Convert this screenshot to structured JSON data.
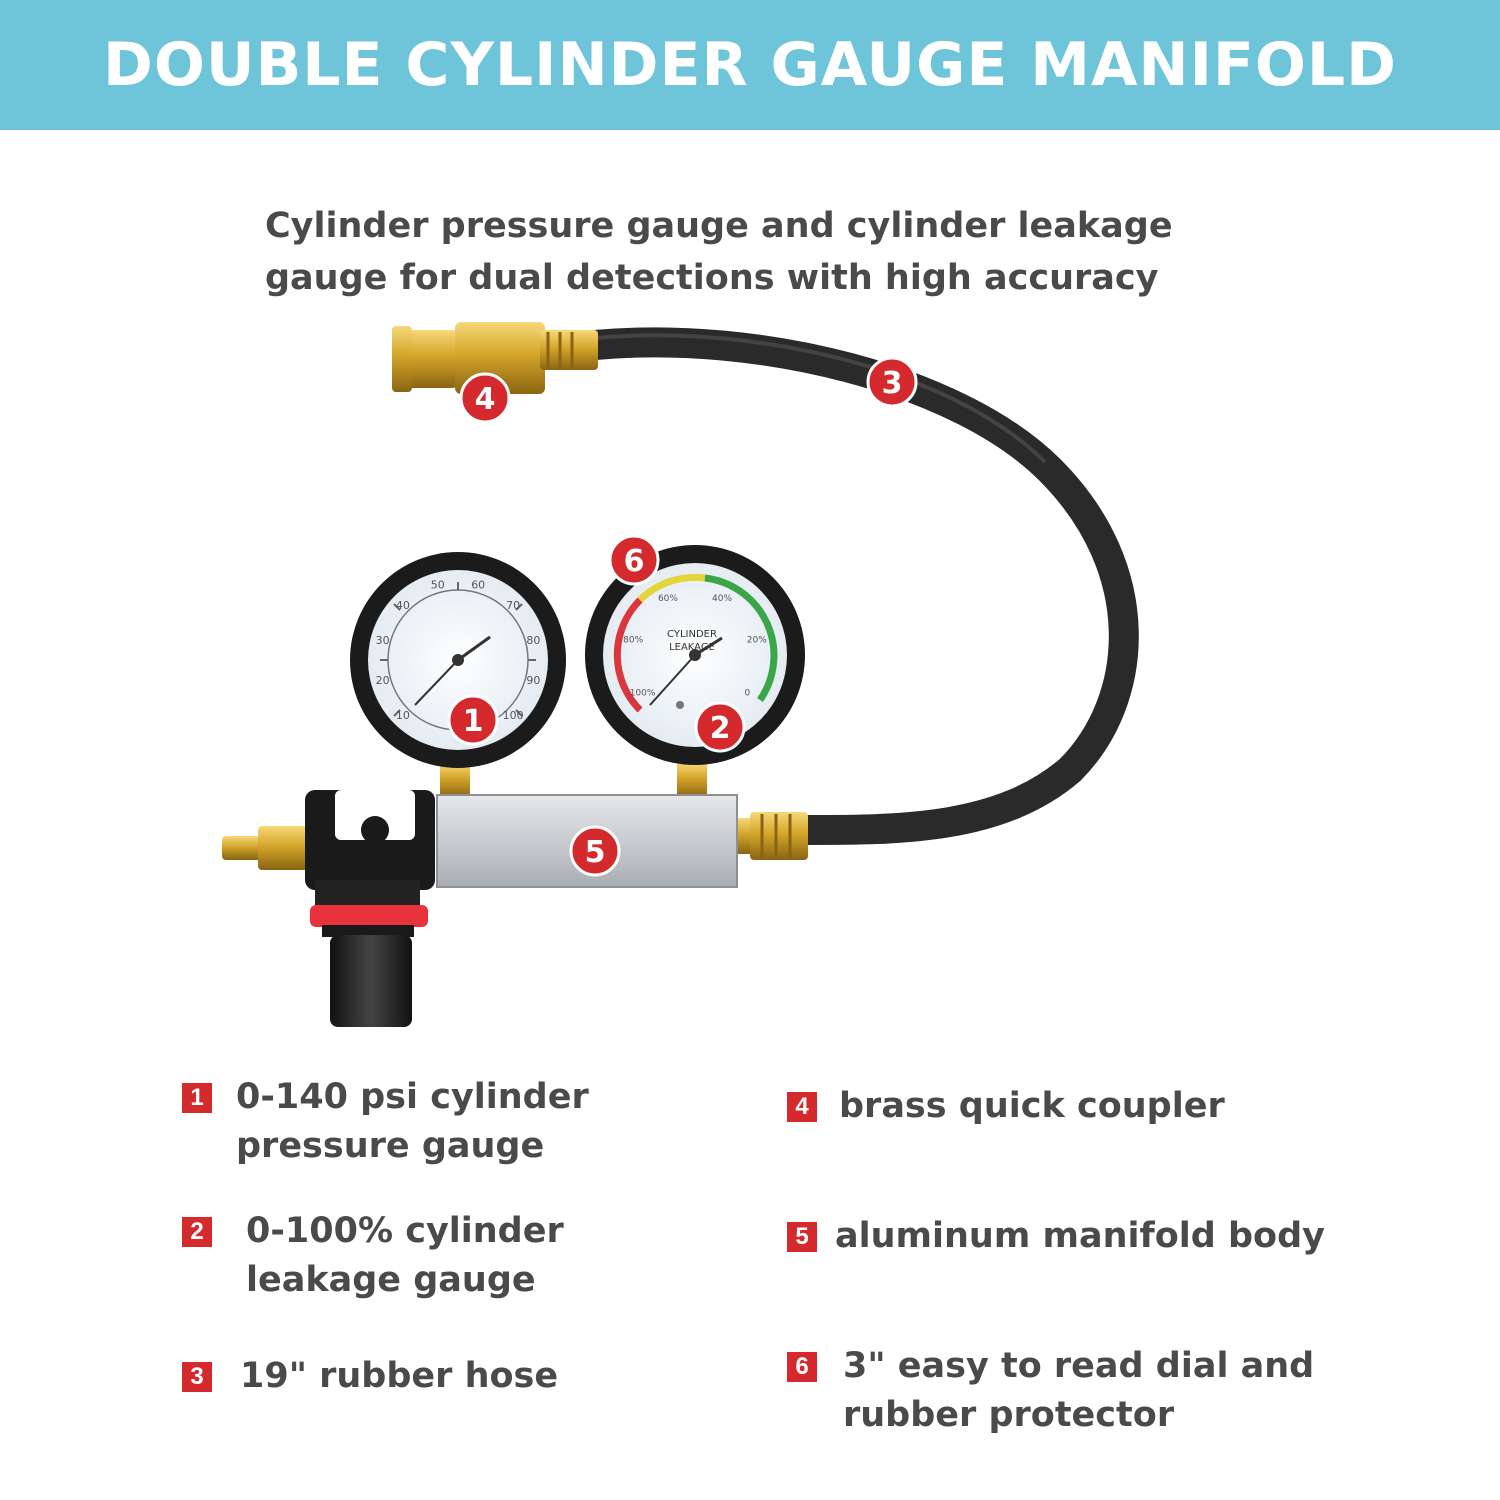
{
  "banner": {
    "title": "DOUBLE CYLINDER GAUGE MANIFOLD"
  },
  "subtitle": {
    "line1": "Cylinder pressure gauge and cylinder leakage",
    "line2": "gauge for dual detections with high accuracy"
  },
  "callouts": [
    "1",
    "2",
    "3",
    "4",
    "5",
    "6"
  ],
  "gauge_left": {
    "ticks": [
      "10",
      "20",
      "30",
      "40",
      "50",
      "60",
      "70",
      "80",
      "90",
      "100"
    ]
  },
  "gauge_right": {
    "label1": "CYLINDER",
    "label2": "LEAKAGE",
    "ticks": [
      "100%",
      "80%",
      "60%",
      "40%",
      "20%",
      "0"
    ]
  },
  "features": [
    {
      "num": "1",
      "line1": "0-140 psi cylinder",
      "line2": "pressure gauge"
    },
    {
      "num": "2",
      "line1": "0-100% cylinder",
      "line2": "leakage gauge"
    },
    {
      "num": "3",
      "line1": "19\" rubber hose",
      "line2": ""
    },
    {
      "num": "4",
      "line1": "brass quick coupler",
      "line2": ""
    },
    {
      "num": "5",
      "line1": "aluminum manifold body",
      "line2": ""
    },
    {
      "num": "6",
      "line1": "3\" easy to read dial and",
      "line2": "rubber protector"
    }
  ],
  "colors": {
    "banner": "#6ec4d8",
    "badge_red": "#d42a2e",
    "text": "#4a4a4a",
    "brass": "#d4a52a",
    "hose": "#2a2a2a",
    "manifold": "#c9ccd0"
  }
}
